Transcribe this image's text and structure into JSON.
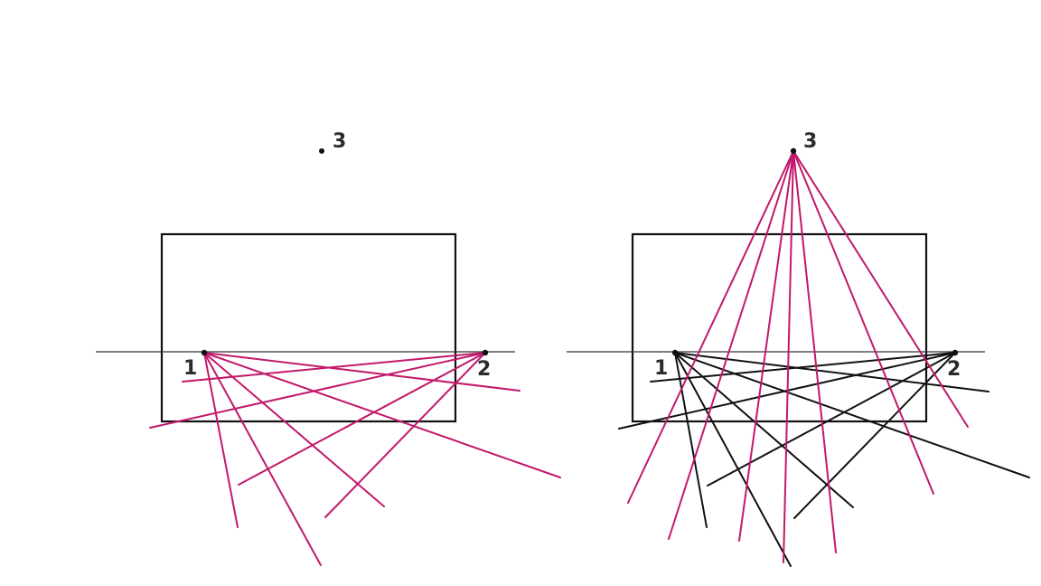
{
  "colors": {
    "accent": "#c2186b",
    "ink": "#111111",
    "background": "#ffffff"
  },
  "panels": [
    {
      "vanishing_points": [
        {
          "label": "1"
        },
        {
          "label": "2"
        },
        {
          "label": "3"
        }
      ]
    },
    {
      "vanishing_points": [
        {
          "label": "1"
        },
        {
          "label": "2"
        },
        {
          "label": "3"
        }
      ]
    }
  ]
}
